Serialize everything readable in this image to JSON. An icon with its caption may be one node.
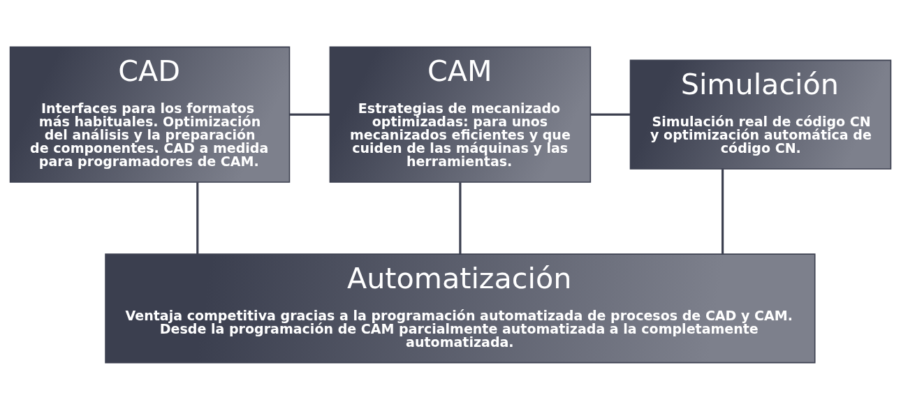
{
  "diagram": {
    "nodes": [
      {
        "text": [
          "CAD",
          "Interfaces para los formatos más habituales. Optimización del análisis y la preparación de componentes. CAD a medida para programadores de CAM."
        ]
      },
      {
        "text": [
          "CAM",
          "Estrategias de mecanizado optimizadas: para unos mecanizados eficientes y que cuiden de las máquinas y las herramientas."
        ]
      },
      {
        "text": [
          "Simulación",
          "Simulación real de código CN y optimización automática de código CN."
        ]
      },
      {
        "text": [
          "Automatización",
          "Ventaja competitiva gracias a la programación automatizada de procesos de CAD y CAM. Desde la programación de CAM parcialmente automatizada a la completamente automatizada."
        ]
      }
    ],
    "edges": [
      {
        "from": 0,
        "to": 1,
        "arrow": "none"
      },
      {
        "from": 1,
        "to": 2,
        "arrow": "none"
      },
      {
        "from": 0,
        "to": 3,
        "arrow": "none"
      },
      {
        "from": 1,
        "to": 3,
        "arrow": "none"
      },
      {
        "from": 2,
        "to": 3,
        "arrow": "none"
      }
    ]
  }
}
